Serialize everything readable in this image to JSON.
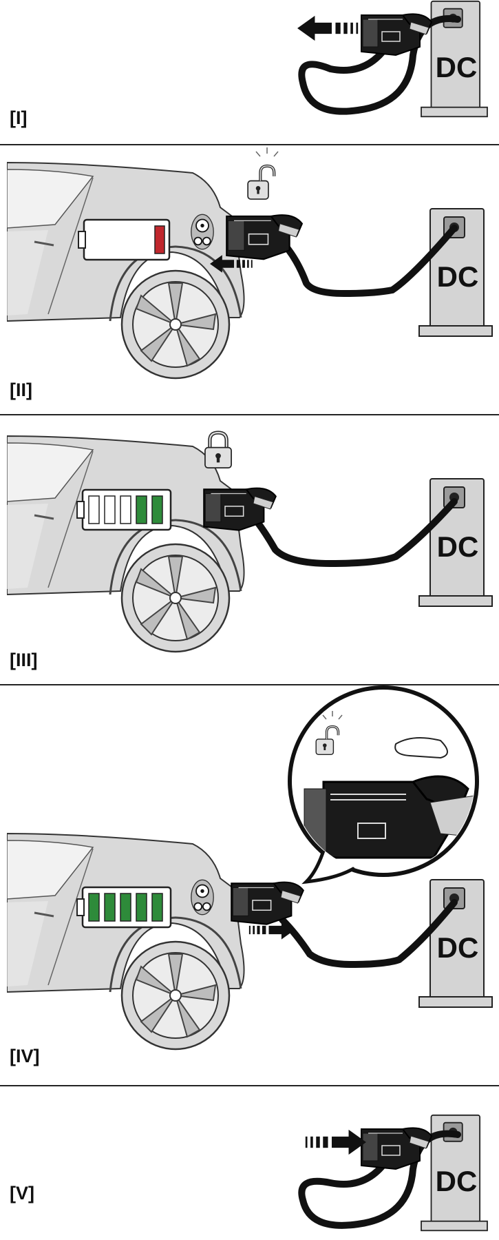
{
  "steps": [
    {
      "label": "[I]",
      "station_text": "DC"
    },
    {
      "label": "[II]",
      "station_text": "DC"
    },
    {
      "label": "[III]",
      "station_text": "DC"
    },
    {
      "label": "[IV]",
      "station_text": "DC"
    },
    {
      "label": "[V]",
      "station_text": "DC"
    }
  ],
  "colors": {
    "car_body": "#d9d9d9",
    "station": "#d4d4d4",
    "battery_low": "#c0272d",
    "battery_charged": "#2e8b3a",
    "cable": "#111111"
  },
  "battery_levels": {
    "step2": "low",
    "step3": "2 of 5",
    "step4": "5 of 5"
  }
}
